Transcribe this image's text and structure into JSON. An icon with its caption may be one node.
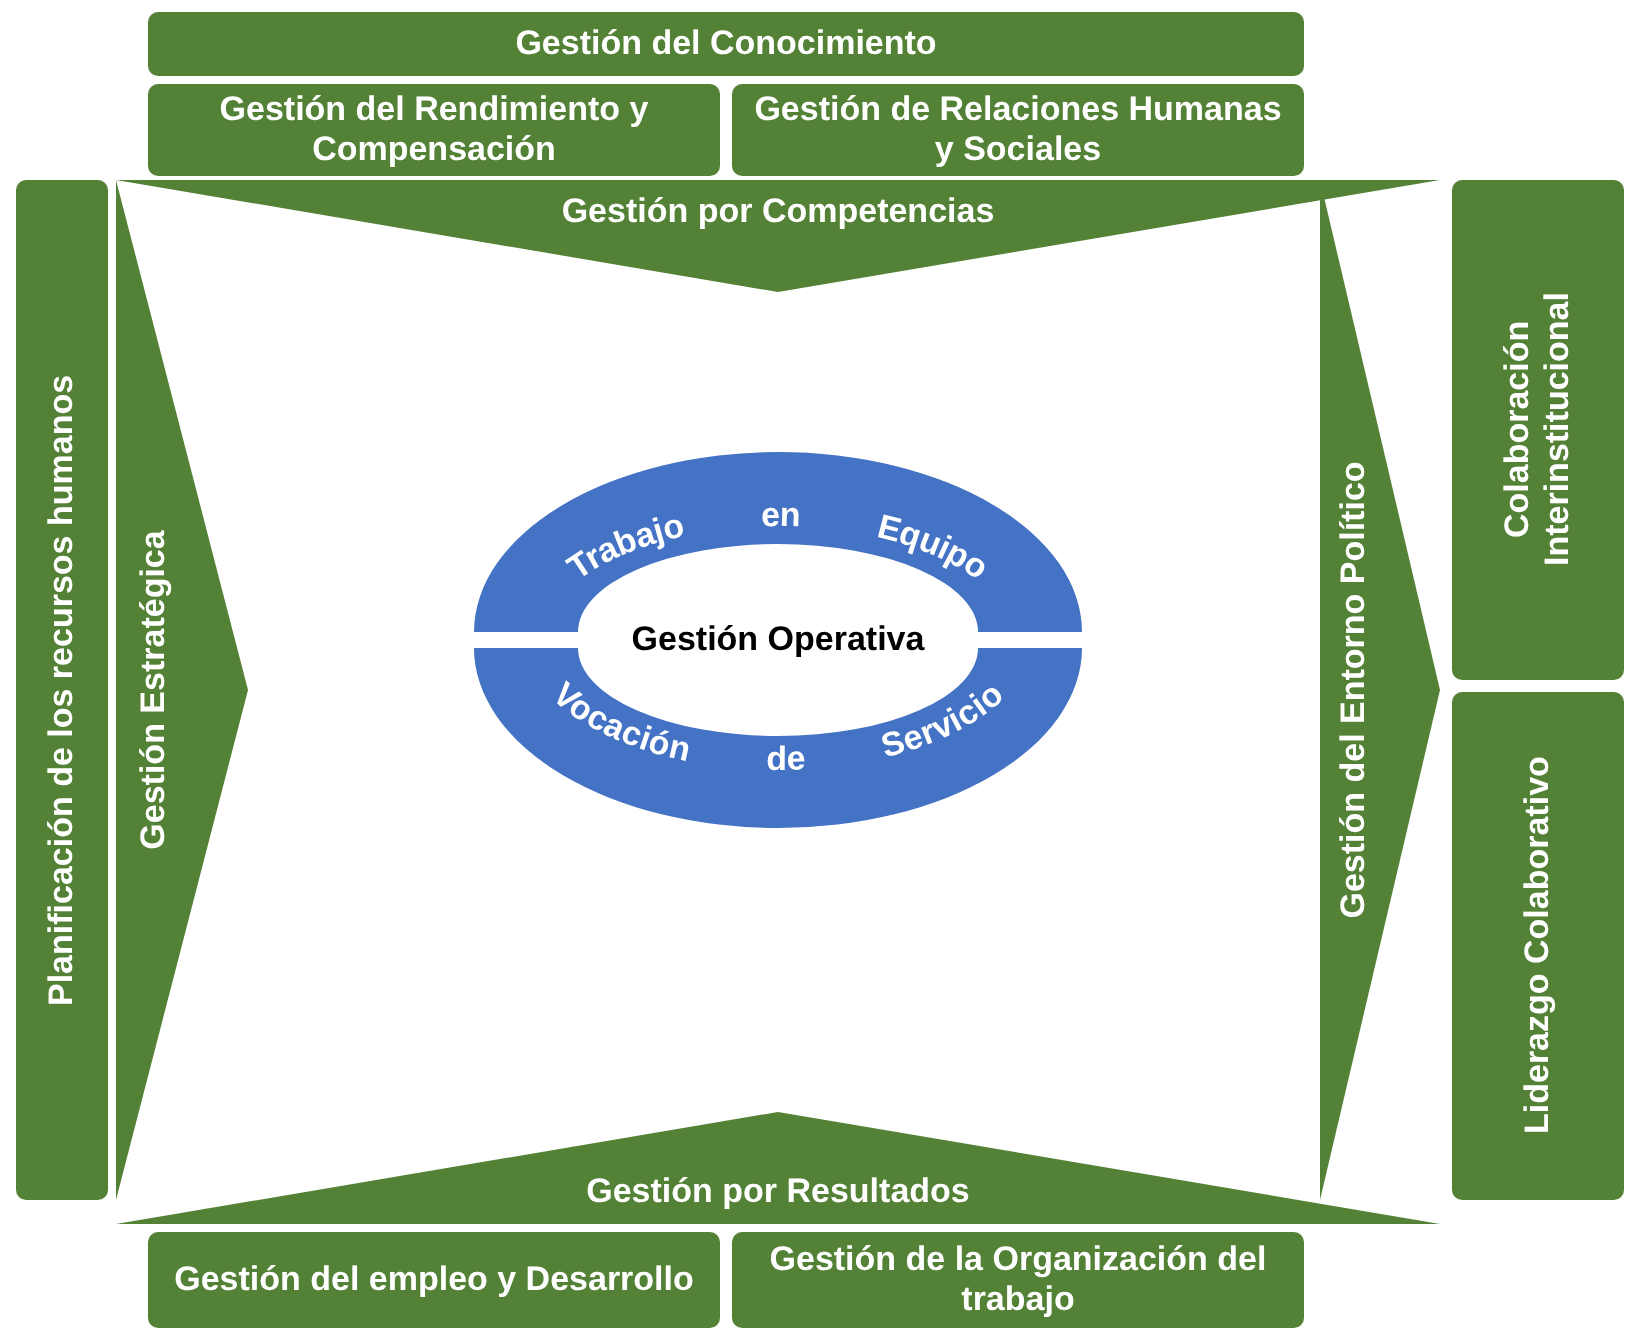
{
  "diagram": {
    "nodes": [
      {
        "text": [
          "Gestión del Conocimiento"
        ]
      },
      {
        "text": [
          "Gestión del Rendimiento y Compensación"
        ]
      },
      {
        "text": [
          "Gestión de Relaciones Humanas y Sociales"
        ]
      },
      {
        "text": [
          "Gestión por Competencias"
        ]
      },
      {
        "text": [
          "Planificación de los recursos humanos"
        ]
      },
      {
        "text": [
          "Gestión Estratégica"
        ]
      },
      {
        "text": [
          "Trabajo en Equipo"
        ]
      },
      {
        "text": [
          "Vocación de Servicio"
        ]
      },
      {
        "text": [
          "Gestión Operativa"
        ]
      },
      {
        "text": [
          "Gestión del Entorno Político"
        ]
      },
      {
        "text": [
          "Colaboración Interinstitucional"
        ]
      },
      {
        "text": [
          "Liderazgo Colaborativo"
        ]
      },
      {
        "text": [
          "Gestión por Resultados"
        ]
      },
      {
        "text": [
          "Gestión del empleo y Desarrollo"
        ]
      },
      {
        "text": [
          "Gestión de la Organización del trabajo"
        ]
      }
    ]
  }
}
